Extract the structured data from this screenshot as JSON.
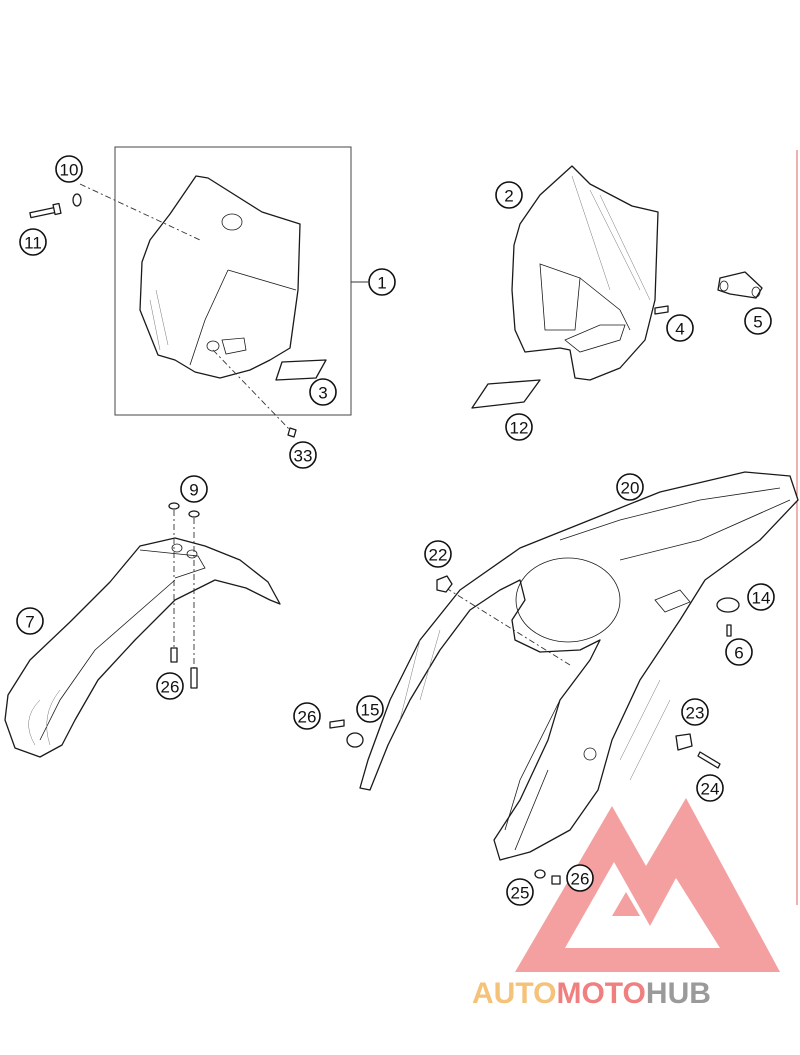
{
  "callouts": [
    {
      "label": "1"
    },
    {
      "label": "2"
    },
    {
      "label": "3"
    },
    {
      "label": "4"
    },
    {
      "label": "5"
    },
    {
      "label": "6"
    },
    {
      "label": "7"
    },
    {
      "label": "9"
    },
    {
      "label": "10"
    },
    {
      "label": "11"
    },
    {
      "label": "12"
    },
    {
      "label": "14"
    },
    {
      "label": "15"
    },
    {
      "label": "20"
    },
    {
      "label": "22"
    },
    {
      "label": "23"
    },
    {
      "label": "24"
    },
    {
      "label": "25"
    },
    {
      "label": "26"
    },
    {
      "label": "26"
    },
    {
      "label": "26"
    },
    {
      "label": "33"
    }
  ],
  "watermark": {
    "part_orange": "AUTO",
    "part_red": "MOTO",
    "part_gray": "HUB",
    "color_orange": "#f5c27a",
    "color_red": "#f08080",
    "color_gray": "#9a9a9a"
  }
}
